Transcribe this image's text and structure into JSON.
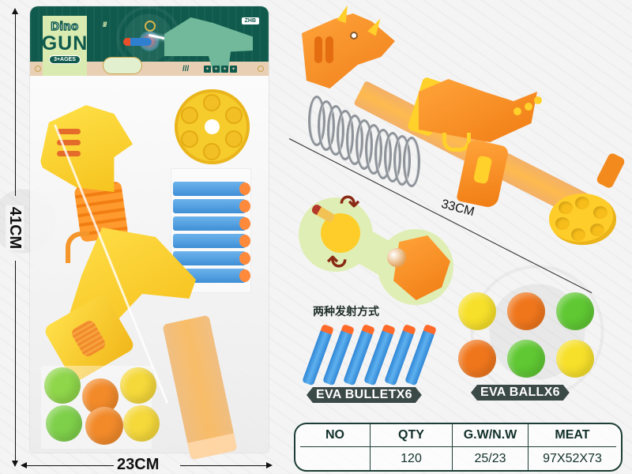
{
  "package": {
    "header": {
      "logo_line1": "Dino",
      "logo_line2": "GUN",
      "age_badge": "3+AGES",
      "brand_mark": "ZHB",
      "slashes": "///",
      "feature_icons": [
        "icon-1",
        "icon-2",
        "icon-3",
        "icon-4"
      ],
      "colors": {
        "background": "#0f5a4c",
        "logo_box": "#d9ebb0",
        "strip": "#e9cfb4"
      }
    },
    "contents": {
      "gun_color": "#ffd12a",
      "darts_count": 6,
      "balls": [
        "#8fd64a",
        "#f28a2a",
        "#f5d83a",
        "#7ed04a",
        "#f28a2a",
        "#f5d83a"
      ]
    }
  },
  "dimensions": {
    "height_label": "41CM",
    "width_label": "23CM",
    "length_label": "33CM"
  },
  "product": {
    "gun_color": "#f28a1e",
    "accent_color": "#ffd12a",
    "modes_title": "两种发射方式",
    "bullets_label": "EVA BULLETX6",
    "balls_label": "EVA BALLX6",
    "bullet_color": "#3f8fd6",
    "bullet_tip_color": "#ff6a2a",
    "balls": [
      {
        "color": "#f7e02a"
      },
      {
        "color": "#f0761c"
      },
      {
        "color": "#5fc832"
      },
      {
        "color": "#f0761c"
      },
      {
        "color": "#5fc832"
      },
      {
        "color": "#f7e02a"
      }
    ]
  },
  "spec_table": {
    "headers": [
      "NO",
      "QTY",
      "G.W/N.W",
      "MEAT"
    ],
    "values": [
      "",
      "120",
      "25/23",
      "97X52X73"
    ]
  }
}
